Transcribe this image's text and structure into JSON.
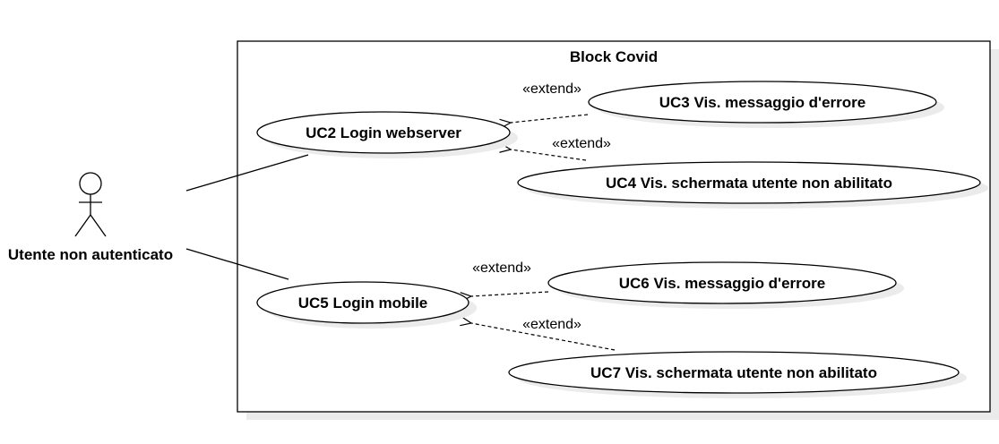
{
  "system": {
    "title": "Block Covid"
  },
  "actor": {
    "label": "Utente non autenticato",
    "icon": "stick-figure-icon"
  },
  "use_cases": {
    "uc2": "UC2 Login webserver",
    "uc3": "UC3 Vis. messaggio d'errore",
    "uc4": "UC4 Vis. schermata utente non abilitato",
    "uc5": "UC5 Login mobile",
    "uc6": "UC6 Vis. messaggio d'errore",
    "uc7": "UC7 Vis. schermata utente non abilitato"
  },
  "relations": {
    "extend_uc3": "«extend»",
    "extend_uc4": "«extend»",
    "extend_uc6": "«extend»",
    "extend_uc7": "«extend»"
  },
  "colors": {
    "stroke": "#000000",
    "fill": "#ffffff",
    "shadow": "#ebebeb"
  }
}
